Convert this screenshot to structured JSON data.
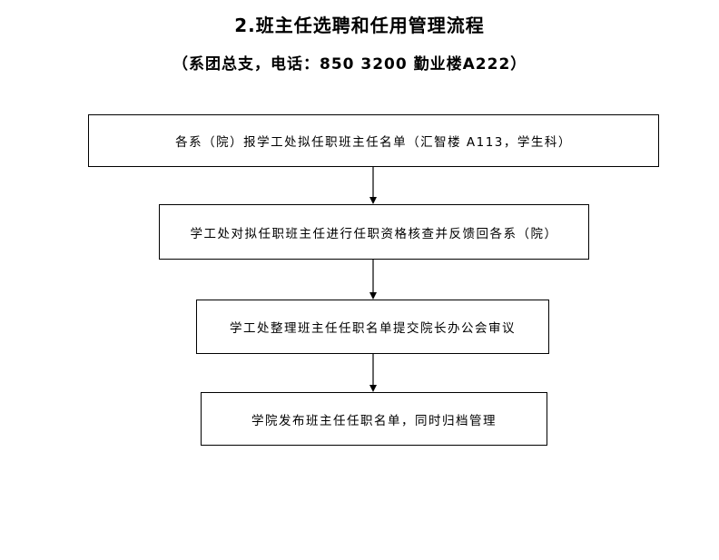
{
  "header": {
    "title": "2.班主任选聘和任用管理流程",
    "contact": "（系团总支，电话：850 3200 勤业楼A222）"
  },
  "flow": {
    "steps": [
      {
        "label": "各系（院）报学工处拟任职班主任名单（汇智楼 A113，学生科）"
      },
      {
        "label": "学工处对拟任职班主任进行任职资格核查并反馈回各系（院）"
      },
      {
        "label": "学工处整理班主任任职名单提交院长办公会审议"
      },
      {
        "label": "学院发布班主任任职名单，同时归档管理"
      }
    ]
  }
}
